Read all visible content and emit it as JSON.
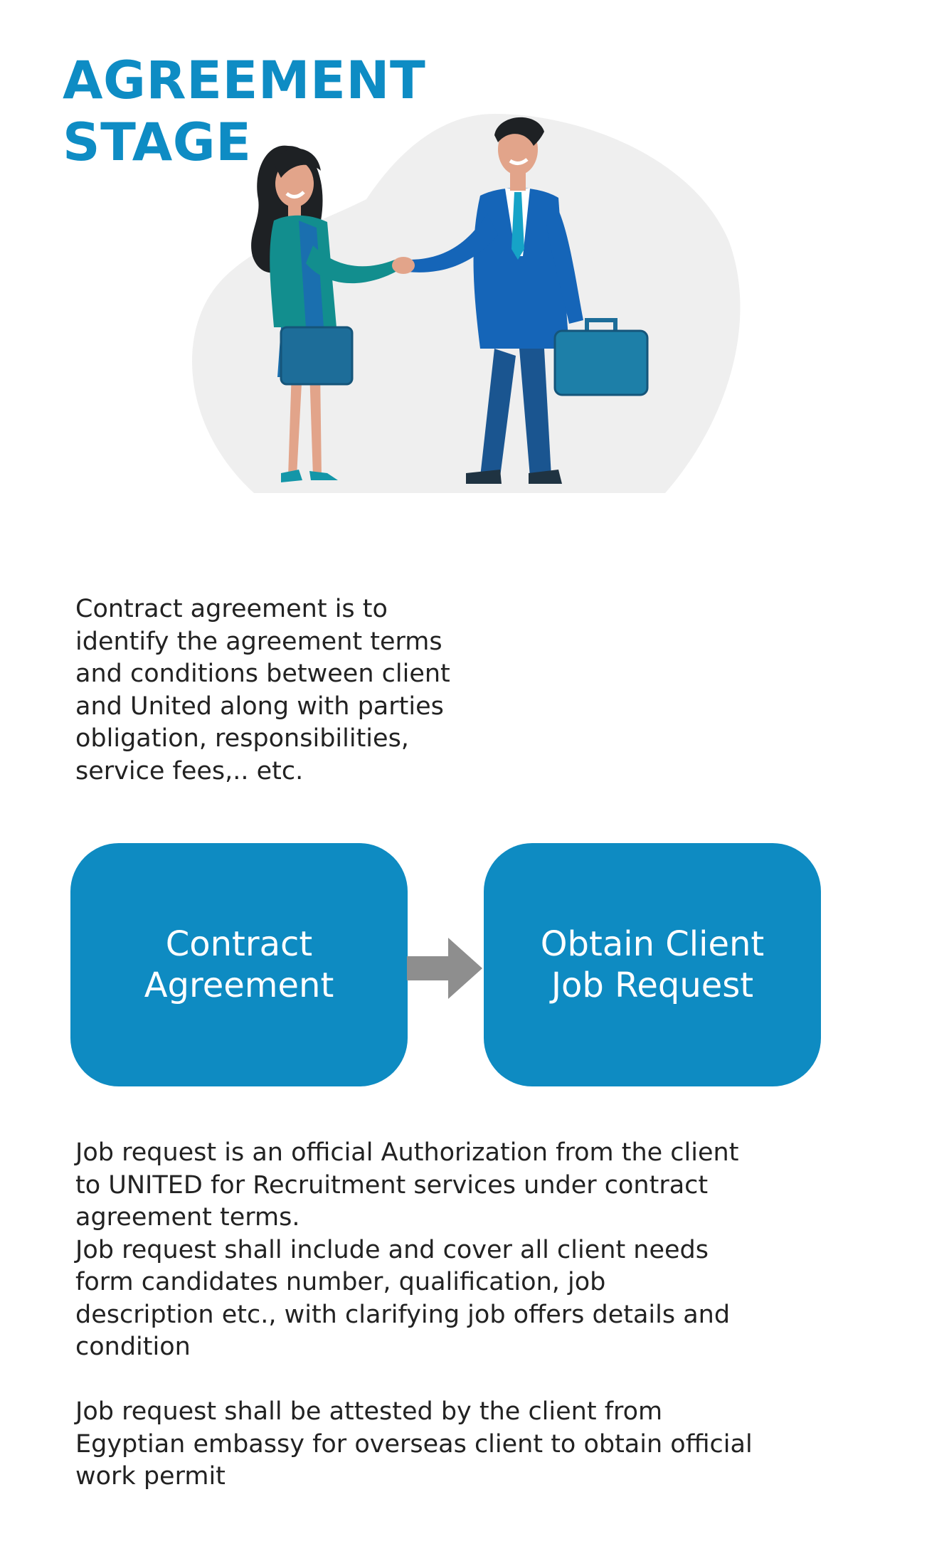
{
  "title": {
    "line1": "AGREEMENT",
    "line2": "STAGE"
  },
  "illustration": {
    "subject": "handshake-business-people"
  },
  "intro_text": "Contract agreement is to\nidentify the agreement terms\nand conditions between client\nand United along with parties\nobligation, responsibilities,\nservice fees,.. etc.",
  "flow": {
    "steps": [
      {
        "label": "Contract\nAgreement"
      },
      {
        "label": "Obtain Client\nJob Request"
      }
    ]
  },
  "job_request_text": "Job request is an official Authorization from the client\nto UNITED for Recruitment services under contract\nagreement terms.\nJob request shall include and cover all client needs\nform candidates number, qualification, job\ndescription etc., with clarifying job offers details and\ncondition",
  "attestation_text": "Job request shall be attested by the client from\nEgyptian embassy for overseas client to obtain official\nwork permit",
  "colors": {
    "accent": "#0E8CC4",
    "box": "#0E8BC2",
    "arrow": "#8E8E8E",
    "text": "#222222",
    "blob": "#EFEFEF"
  }
}
